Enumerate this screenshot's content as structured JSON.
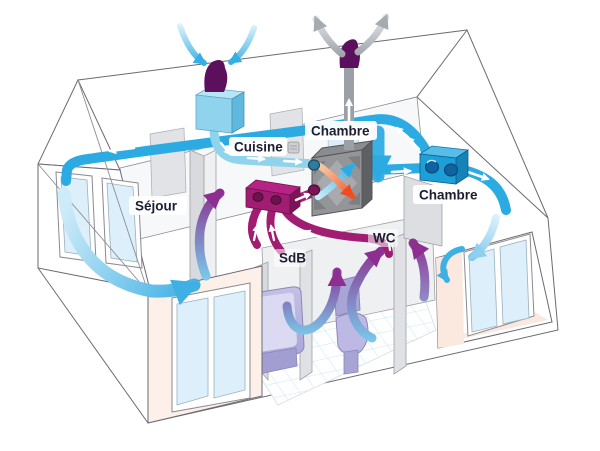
{
  "diagram": {
    "type": "house-ventilation-cutaway",
    "rooms": {
      "sejour": "Séjour",
      "cuisine": "Cuisine",
      "chambre_back": "Chambre",
      "chambre_right": "Chambre",
      "sdb": "SdB",
      "wc": "WC"
    },
    "colors": {
      "supply_air_blue": "#2babe2",
      "fresh_air_cyan": "#8fd4ec",
      "extract_magenta": "#a01d72",
      "exhaust_gray": "#9aa0a6",
      "roof_cap_purple": "#5c0f5c",
      "heat_exchanger_body": "#77787c",
      "heat_exchanger_warm_arrow": "#ee4d23",
      "floor_peach": "#fbe9dd",
      "fixture_lavender": "#b3aedd"
    },
    "icons": {
      "fresh_air_intake": "roof-intake-arrows-icon",
      "stale_air_exhaust": "roof-exhaust-arrows-icon",
      "heat_exchanger": "crossed-heat-exchange-arrows-icon",
      "extraction_manifold": "extract-manifold-icon",
      "supply_junction": "supply-junction-icon",
      "kitchen_vent": "kitchen-vent-icon"
    }
  }
}
